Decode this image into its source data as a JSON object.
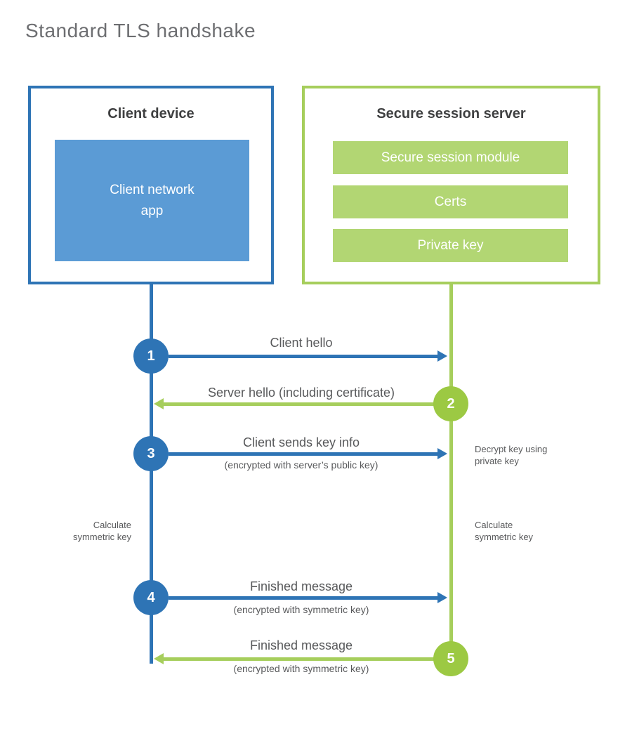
{
  "title": "Standard TLS handshake",
  "colors": {
    "blue": "#2e74b5",
    "blue_fill": "#5b9bd5",
    "green": "#a6ce5c",
    "green_fill": "#b2d673",
    "green_circle": "#9cc943",
    "heading_text": "#3f4041",
    "body_text": "#58595b",
    "title_text": "#6d6e71"
  },
  "client_box": {
    "title": "Client device",
    "app_line1": "Client network",
    "app_line2": "app"
  },
  "server_box": {
    "title": "Secure session server",
    "modules": [
      "Secure session module",
      "Certs",
      "Private key"
    ]
  },
  "steps": [
    {
      "num": "1",
      "label": "Client hello",
      "sublabel": ""
    },
    {
      "num": "2",
      "label": "Server hello (including certificate)",
      "sublabel": ""
    },
    {
      "num": "3",
      "label": "Client sends key info",
      "sublabel": "(encrypted with server’s public key)"
    },
    {
      "num": "4",
      "label": "Finished message",
      "sublabel": "(encrypted with symmetric key)"
    },
    {
      "num": "5",
      "label": "Finished message",
      "sublabel": "(encrypted with symmetric key)"
    }
  ],
  "notes": {
    "decrypt_line1": "Decrypt key using",
    "decrypt_line2": "private key",
    "calc_left_line1": "Calculate",
    "calc_left_line2": "symmetric key",
    "calc_right_line1": "Calculate",
    "calc_right_line2": "symmetric key"
  }
}
